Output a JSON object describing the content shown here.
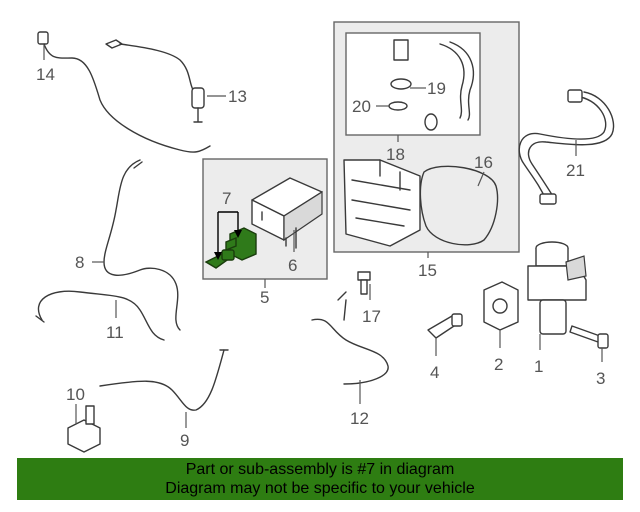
{
  "callouts": [
    "14",
    "13",
    "7",
    "6",
    "5",
    "8",
    "11",
    "10",
    "9",
    "17",
    "12",
    "19",
    "20",
    "18",
    "16",
    "21",
    "15",
    "4",
    "2",
    "1",
    "3"
  ],
  "banner": {
    "line1": "Part or sub-assembly is #7 in diagram",
    "line2": "Diagram may not be specific to your vehicle"
  },
  "highlight_color": "#2e7d12"
}
